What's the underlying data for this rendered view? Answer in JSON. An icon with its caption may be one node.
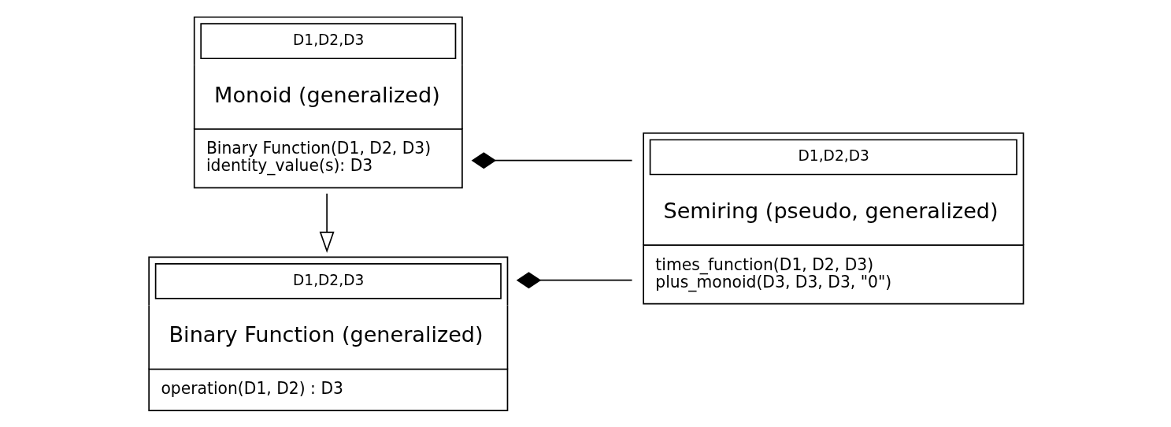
{
  "diagram": {
    "nodes": [
      {
        "text": [
          "D1,D2,D3",
          "Binary Function (generalized)",
          "operation(D1, D2) : D3"
        ]
      },
      {
        "text": [
          "D1,D2,D3",
          "Monoid (generalized)",
          "Binary Function(D1, D2, D3)",
          "identity_value(s): D3"
        ]
      },
      {
        "text": [
          "D1,D2,D3",
          "Semiring (pseudo, generalized)",
          "times_function(D1, D2, D3)",
          "plus_monoid(D3, D3, D3, \"0\")"
        ]
      }
    ],
    "edges": [
      {
        "from": 1,
        "to": 0,
        "arrow": "to"
      },
      {
        "from": 2,
        "to": 0,
        "arrow": "other"
      },
      {
        "from": 2,
        "to": 1,
        "arrow": "other"
      }
    ]
  }
}
